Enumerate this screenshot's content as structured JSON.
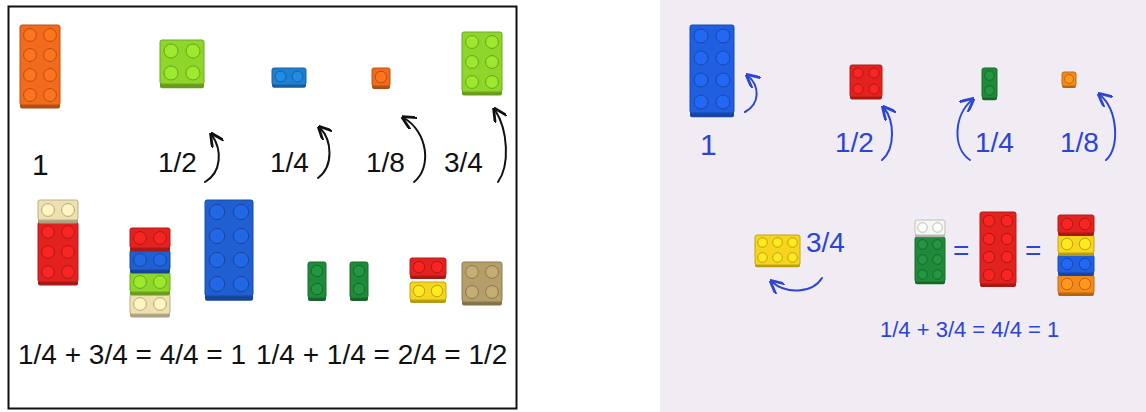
{
  "diagram": {
    "labels": [
      "1",
      "1/2",
      "1/4",
      "1/8",
      "3/4",
      "1/4 + 3/4 = 4/4 = 1",
      "1/4 + 1/4 = 2/4 = 1/2",
      "1",
      "1/2",
      "1/4",
      "1/8",
      "3/4",
      "=",
      "=",
      "1/4 + 3/4 = 4/4 = 1"
    ]
  }
}
